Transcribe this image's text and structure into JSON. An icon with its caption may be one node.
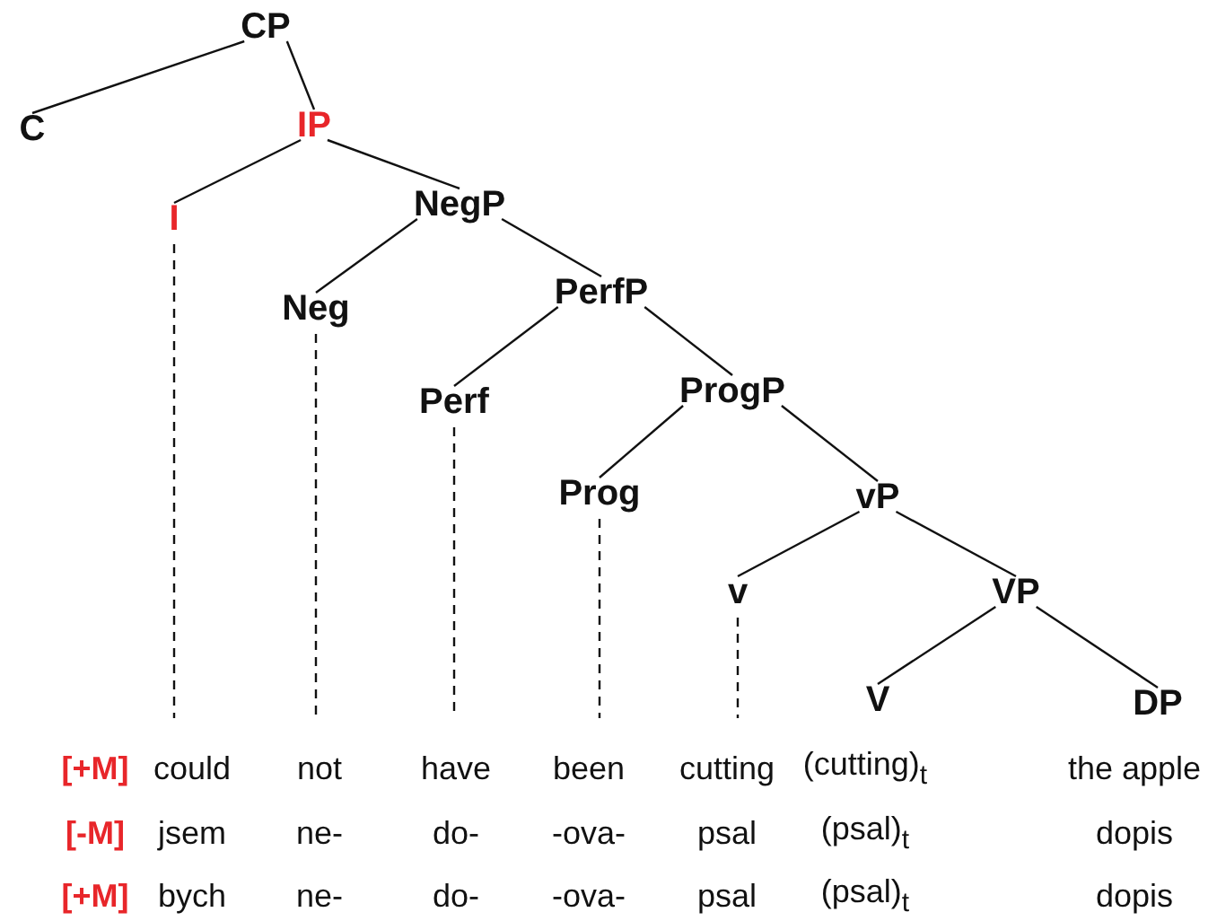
{
  "diagram": {
    "nodes": [
      {
        "text": [
          "CP"
        ]
      },
      {
        "text": [
          "C"
        ]
      },
      {
        "text": [
          "IP"
        ]
      },
      {
        "text": [
          "I"
        ]
      },
      {
        "text": [
          "NegP"
        ]
      },
      {
        "text": [
          "Neg"
        ]
      },
      {
        "text": [
          "PerfP"
        ]
      },
      {
        "text": [
          "Perf"
        ]
      },
      {
        "text": [
          "ProgP"
        ]
      },
      {
        "text": [
          "Prog"
        ]
      },
      {
        "text": [
          "vP"
        ]
      },
      {
        "text": [
          "v"
        ]
      },
      {
        "text": [
          "VP"
        ]
      },
      {
        "text": [
          "V"
        ]
      },
      {
        "text": [
          "DP"
        ]
      }
    ],
    "edges": [
      {
        "from": 0,
        "to": 1,
        "arrow": "none"
      },
      {
        "from": 0,
        "to": 2,
        "arrow": "none"
      },
      {
        "from": 2,
        "to": 3,
        "arrow": "none"
      },
      {
        "from": 2,
        "to": 4,
        "arrow": "none"
      },
      {
        "from": 4,
        "to": 5,
        "arrow": "none"
      },
      {
        "from": 4,
        "to": 6,
        "arrow": "none"
      },
      {
        "from": 6,
        "to": 7,
        "arrow": "none"
      },
      {
        "from": 6,
        "to": 8,
        "arrow": "none"
      },
      {
        "from": 8,
        "to": 9,
        "arrow": "none"
      },
      {
        "from": 8,
        "to": 10,
        "arrow": "none"
      },
      {
        "from": 10,
        "to": 11,
        "arrow": "none"
      },
      {
        "from": 10,
        "to": 12,
        "arrow": "none"
      },
      {
        "from": 12,
        "to": 13,
        "arrow": "none"
      },
      {
        "from": 12,
        "to": 14,
        "arrow": "none"
      },
      {
        "from": 3,
        "to": null,
        "arrow": "none",
        "style": "dashed"
      },
      {
        "from": 5,
        "to": null,
        "arrow": "none",
        "style": "dashed"
      },
      {
        "from": 7,
        "to": null,
        "arrow": "none",
        "style": "dashed"
      },
      {
        "from": 9,
        "to": null,
        "arrow": "none",
        "style": "dashed"
      },
      {
        "from": 11,
        "to": null,
        "arrow": "none",
        "style": "dashed"
      }
    ],
    "labels": [
      "[+M]",
      "could",
      "not",
      "have",
      "been",
      "cutting",
      "(cutting)$_{t}$",
      "the apple",
      "[-M]",
      "jsem",
      "ne-",
      "do-",
      "-ova-",
      "psal",
      "(psal)$_{t}$",
      "dopis",
      "[+M]",
      "bych",
      "ne-",
      "do-",
      "-ova-",
      "psal",
      "(psal)$_{t}$",
      "dopis"
    ]
  }
}
